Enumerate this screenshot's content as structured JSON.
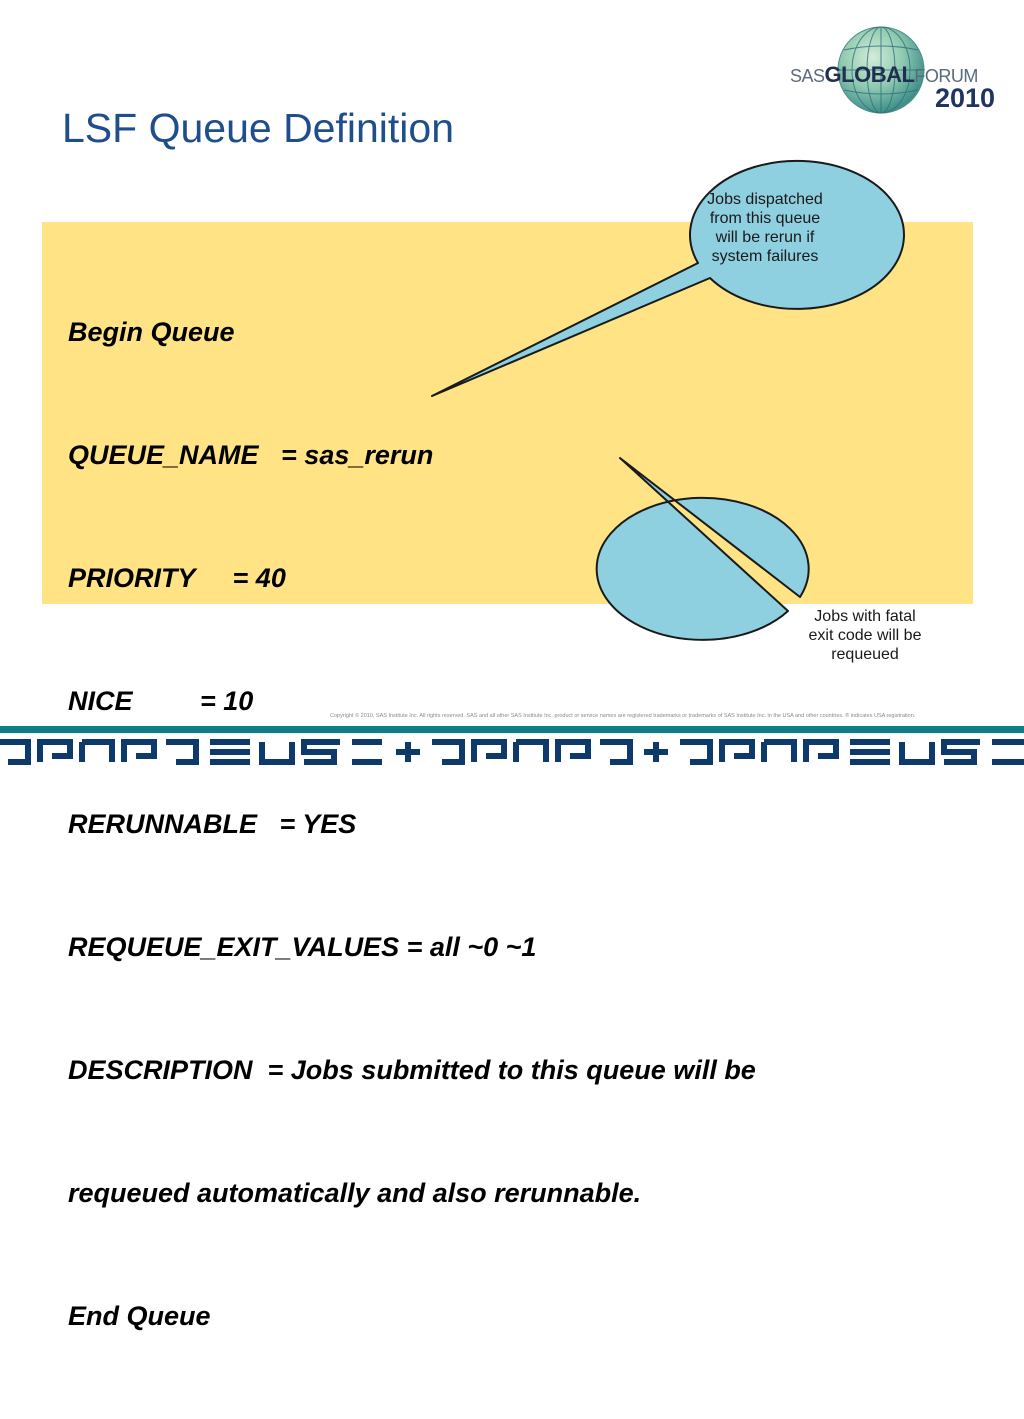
{
  "logo": {
    "brand_sas": "SAS",
    "brand_global": "GLOBAL",
    "brand_forum": "FORUM",
    "year": "2010"
  },
  "slide": {
    "title": "LSF Queue Definition"
  },
  "code": {
    "lines": [
      "Begin Queue",
      "QUEUE_NAME   = sas_rerun",
      "PRIORITY     = 40",
      "NICE         = 10",
      "RERUNNABLE   = YES",
      "REQUEUE_EXIT_VALUES = all ~0 ~1",
      "DESCRIPTION  = Jobs submitted to this queue will be",
      "requeued automatically and also rerunnable.",
      "End Queue"
    ]
  },
  "callouts": {
    "rerun": {
      "lines": [
        "Jobs dispatched",
        "from this queue",
        "will be rerun if",
        "system failures"
      ]
    },
    "requeue": {
      "lines": [
        "Jobs with fatal",
        "exit code will be",
        "requeued"
      ]
    }
  },
  "footer": {
    "copyright": "Copyright © 2010, SAS Institute Inc. All rights reserved. SAS and all other SAS Institute Inc. product or service names are registered trademarks or trademarks of SAS Institute Inc. in the USA and other countries. ® indicates USA registration."
  },
  "colors": {
    "title": "#1f4e8c",
    "code_background": "#ffe384",
    "callout_fill": "#8ecfe0",
    "callout_stroke": "#1a1a1a",
    "footer_band": "#0a7f88"
  },
  "icons": {
    "logo_globe": "globe-icon"
  }
}
